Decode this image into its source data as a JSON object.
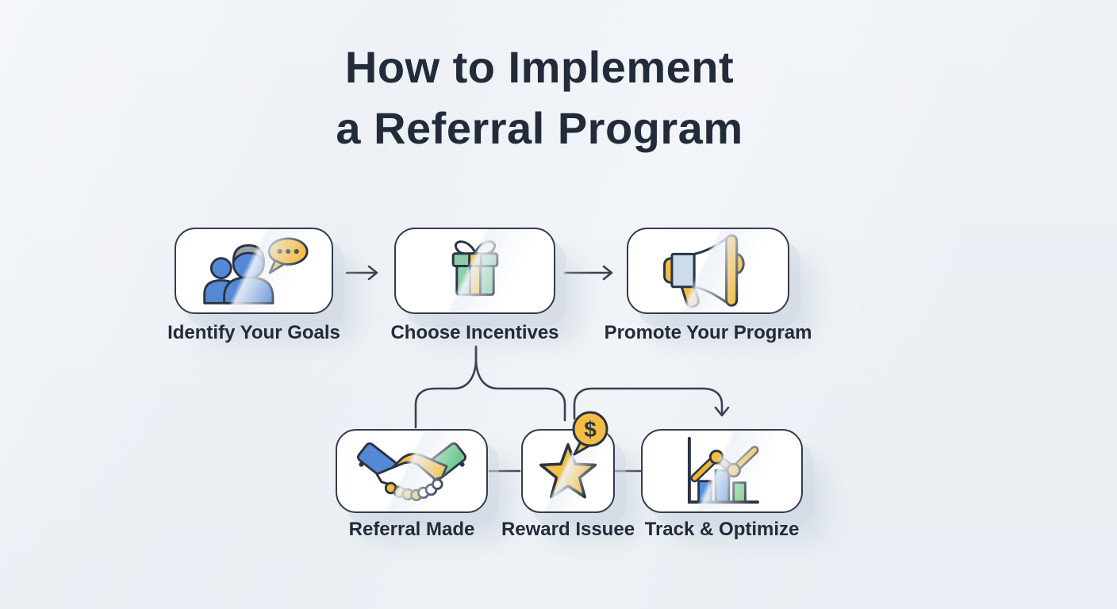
{
  "title": {
    "line1": "How to Implement",
    "line2": "a Referral Program"
  },
  "top_steps": [
    {
      "label": "Identify Your Goals",
      "icon": "people-chat-icon"
    },
    {
      "label": "Choose Incentives",
      "icon": "gift-icon"
    },
    {
      "label": "Promote Your Program",
      "icon": "megaphone-icon"
    }
  ],
  "bottom_steps": [
    {
      "label": "Referral Made",
      "icon": "handshake-icon"
    },
    {
      "label": "Reward Issuee",
      "icon": "star-dollar-icon",
      "badge_text": "$"
    },
    {
      "label": "Track & Optimize",
      "icon": "bar-chart-icon"
    }
  ],
  "colors": {
    "background": "#edf1f6",
    "card": "#ffffff",
    "outline": "#333c4e",
    "text": "#222b3a",
    "connector": "#3a4252",
    "blue": "#5589d6",
    "light_blue": "#ccdcec",
    "gray": "#99a1a9",
    "yellow": "#f2bd45",
    "green_gift": "#8ccfa9",
    "green_accent": "#6fc992",
    "shadow": "#cfd8e3"
  }
}
